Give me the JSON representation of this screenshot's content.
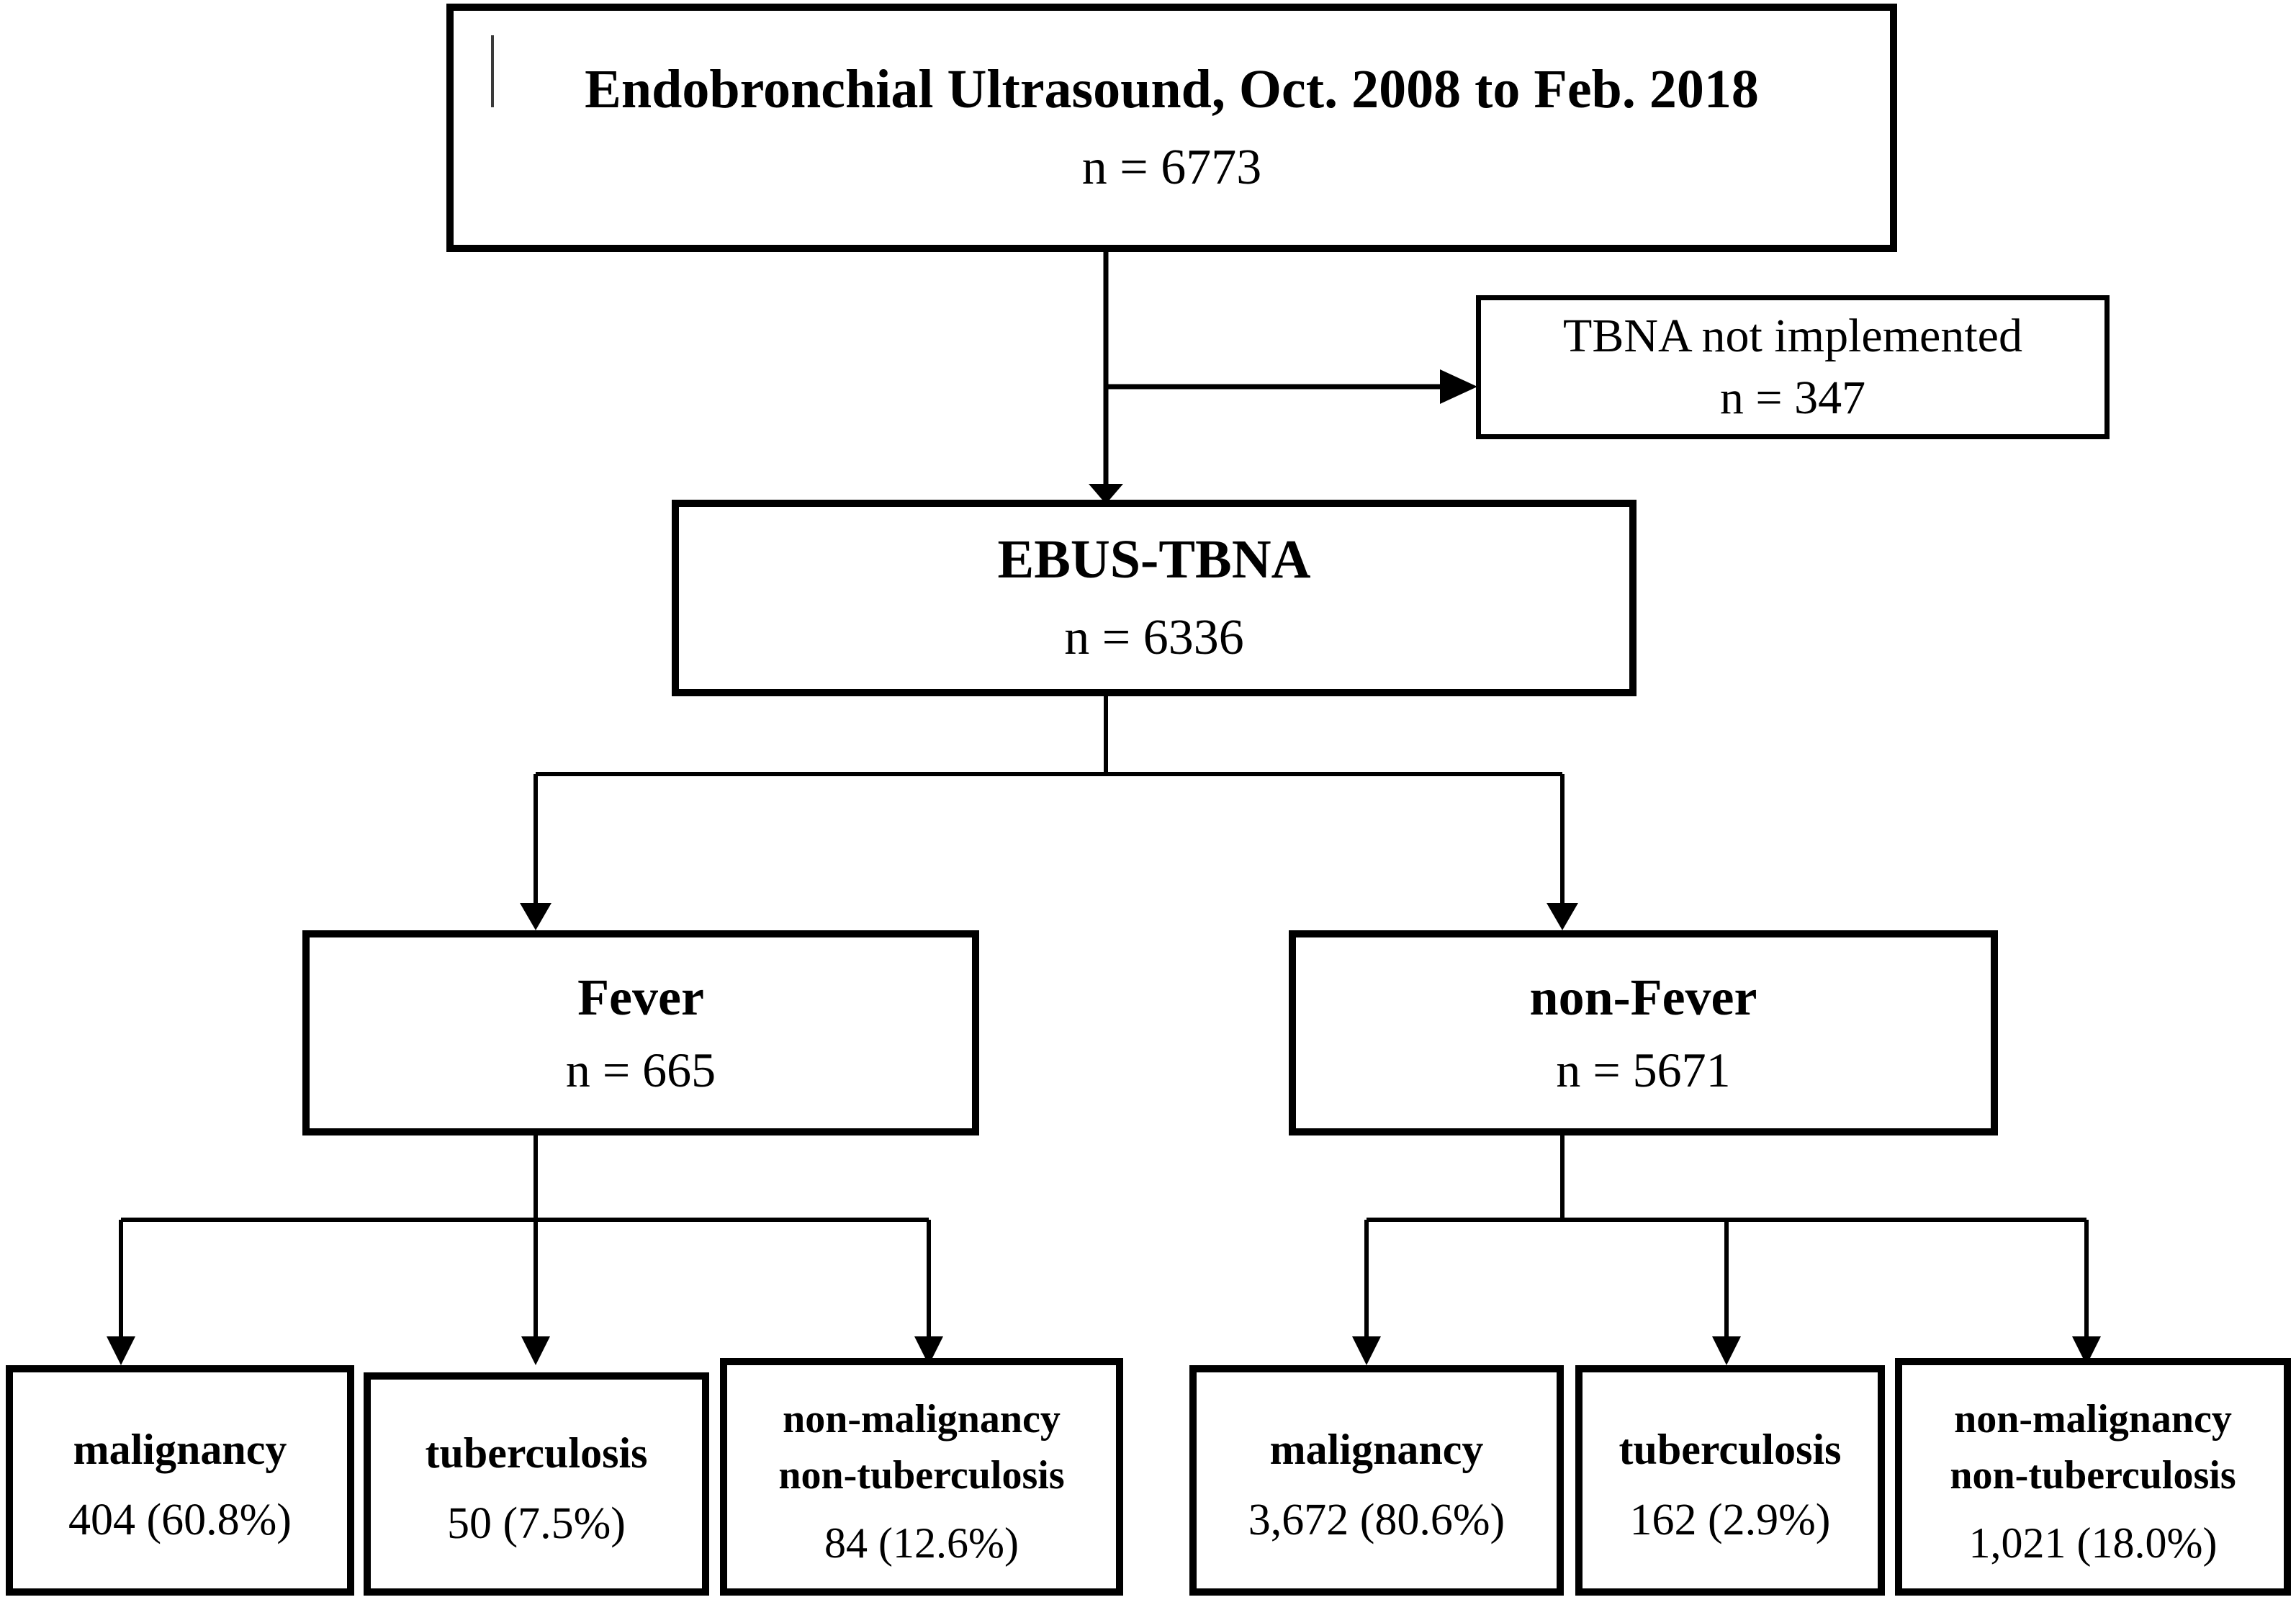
{
  "diagram": {
    "type": "flowchart",
    "orientation": "top-down",
    "colors": {
      "box_border": "#000000",
      "box_fill": "#ffffff",
      "connector": "#000000",
      "text": "#000000"
    },
    "nodes": {
      "root": {
        "title": "Endobronchial Ultrasound, Oct. 2008 to Feb. 2018",
        "count_label": "n = 6773",
        "n": 6773
      },
      "excluded": {
        "title": "TBNA not implemented",
        "count_label": "n = 347",
        "n": 347
      },
      "included": {
        "title": "EBUS-TBNA",
        "count_label": "n = 6336",
        "n": 6336
      },
      "fever": {
        "title": "Fever",
        "count_label": "n = 665",
        "n": 665
      },
      "non_fever": {
        "title": "non-Fever",
        "count_label": "n = 5671",
        "n": 5671
      },
      "fever_malignancy": {
        "title": "malignancy",
        "title2": "",
        "value_label": "404 (60.8%)",
        "n": 404,
        "percent": 60.8
      },
      "fever_tuberculosis": {
        "title": "tuberculosis",
        "title2": "",
        "value_label": "50 (7.5%)",
        "n": 50,
        "percent": 7.5
      },
      "fever_other": {
        "title": "non-malignancy",
        "title2": "non-tuberculosis",
        "value_label": "84 (12.6%)",
        "n": 84,
        "percent": 12.6
      },
      "nonfever_malignancy": {
        "title": "malignancy",
        "title2": "",
        "value_label": "3,672 (80.6%)",
        "n": 3672,
        "percent": 80.6
      },
      "nonfever_tuberculosis": {
        "title": "tuberculosis",
        "title2": "",
        "value_label": "162 (2.9%)",
        "n": 162,
        "percent": 2.9
      },
      "nonfever_other": {
        "title": "non-malignancy",
        "title2": "non-tuberculosis",
        "value_label": "1,021 (18.0%)",
        "n": 1021,
        "percent": 18.0
      }
    }
  }
}
